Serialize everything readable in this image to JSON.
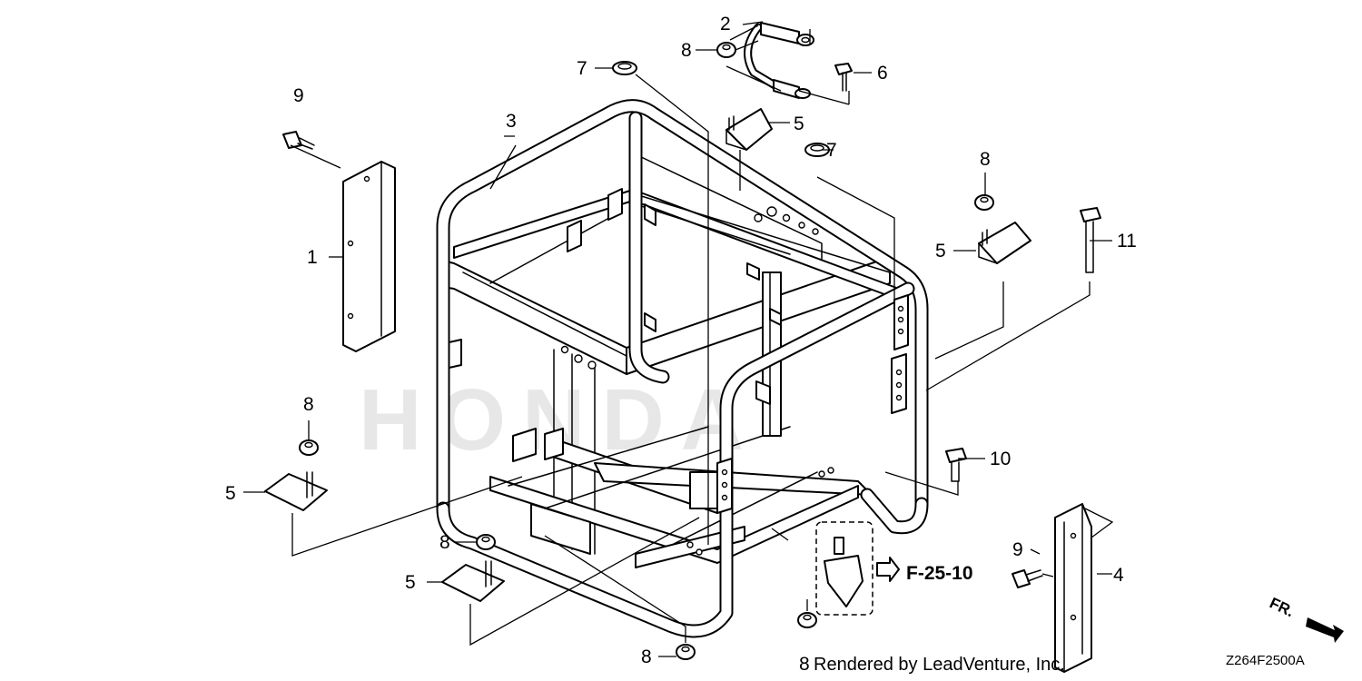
{
  "diagram": {
    "callouts": {
      "c1": "1",
      "c2": "2",
      "c3": "3",
      "c4": "4",
      "c5a": "5",
      "c5b": "5",
      "c5c": "5",
      "c5d": "5",
      "c6": "6",
      "c7a": "7",
      "c7b": "7",
      "c8a": "8",
      "c8b": "8",
      "c8c": "8",
      "c8d": "8",
      "c8e": "8",
      "c8f": "8",
      "c9a": "9",
      "c9b": "9",
      "c10": "10",
      "c11": "11"
    },
    "reference": "F-25-10",
    "credit": "Rendered by LeadVenture, Inc.",
    "diagram_code": "Z264F2500A",
    "front_indicator": "FR.",
    "watermark": "HONDA"
  }
}
